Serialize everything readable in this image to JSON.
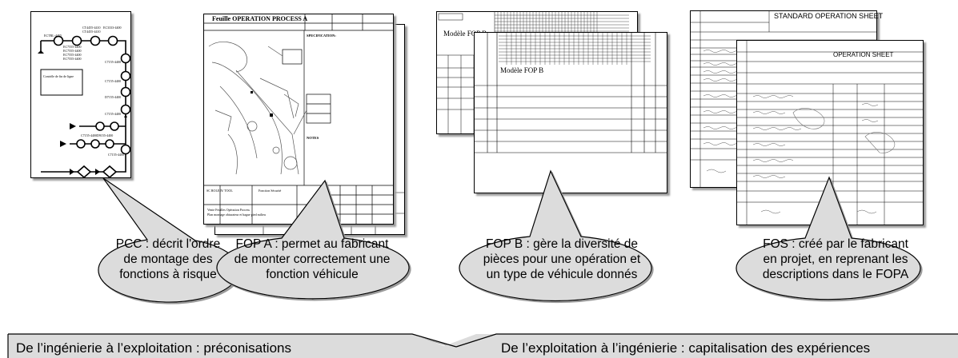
{
  "documents": {
    "pcc": {
      "box_label": "Contrôle de fin de ligne",
      "node_labels": [
        "ECTRL-4455",
        "CT4455-4410",
        "CT4455-4410",
        "EC3333-4400",
        "EC7555-4400",
        "EC7555-4400",
        "EC7555-4400",
        "EC7555-4400",
        "C7155-4400",
        "C7155-4400",
        "D7155-4400",
        "C7155-4400",
        "C7155-4400",
        "D9155-4400",
        "C7155-4400"
      ]
    },
    "fop_a": {
      "title": "Feuille OPERATION PROCESS A",
      "specification_heading": "SPECIFICATION:",
      "notes_heading": "NOTES",
      "footer_rows": [
        "SC   ROLE  N/ TOOL",
        "Fonction Sécurité",
        "Vente Feuilles Opération Process",
        "Plan montage obturateur et bague pied milieu"
      ]
    },
    "fop_b": {
      "title": "Modèle FOP B",
      "title_2": "Modèle FOP B"
    },
    "fos": {
      "title": "STANDARD OPERATION SHEET",
      "title_2": "OPERATION SHEET"
    }
  },
  "callouts": [
    {
      "id": "pcc",
      "lines": [
        "PCC : décrit l'ordre",
        "de montage des",
        "fonctions à risque"
      ]
    },
    {
      "id": "fop-a",
      "lines": [
        "FOP A : permet au fabricant",
        "de monter correctement une",
        "fonction véhicule"
      ]
    },
    {
      "id": "fop-b",
      "lines": [
        "FOP B : gère la diversité de",
        "pièces pour une opération et",
        "un type  de véhicule donnés"
      ]
    },
    {
      "id": "fos",
      "lines": [
        "FOS : créé par le fabricant",
        "en projet, en reprenant les",
        "descriptions dans le FOPA"
      ]
    }
  ],
  "bottom_arrow": {
    "left_text": "De l’ingénierie à l’exploitation : préconisations",
    "right_text": "De l’exploitation à l’ingénierie : capitalisation des expériences"
  },
  "colors": {
    "callout_fill": "#dcdcdc",
    "arrow_fill": "#dcdcdc",
    "shadow": "#9a9a9a",
    "stroke": "#000000"
  }
}
